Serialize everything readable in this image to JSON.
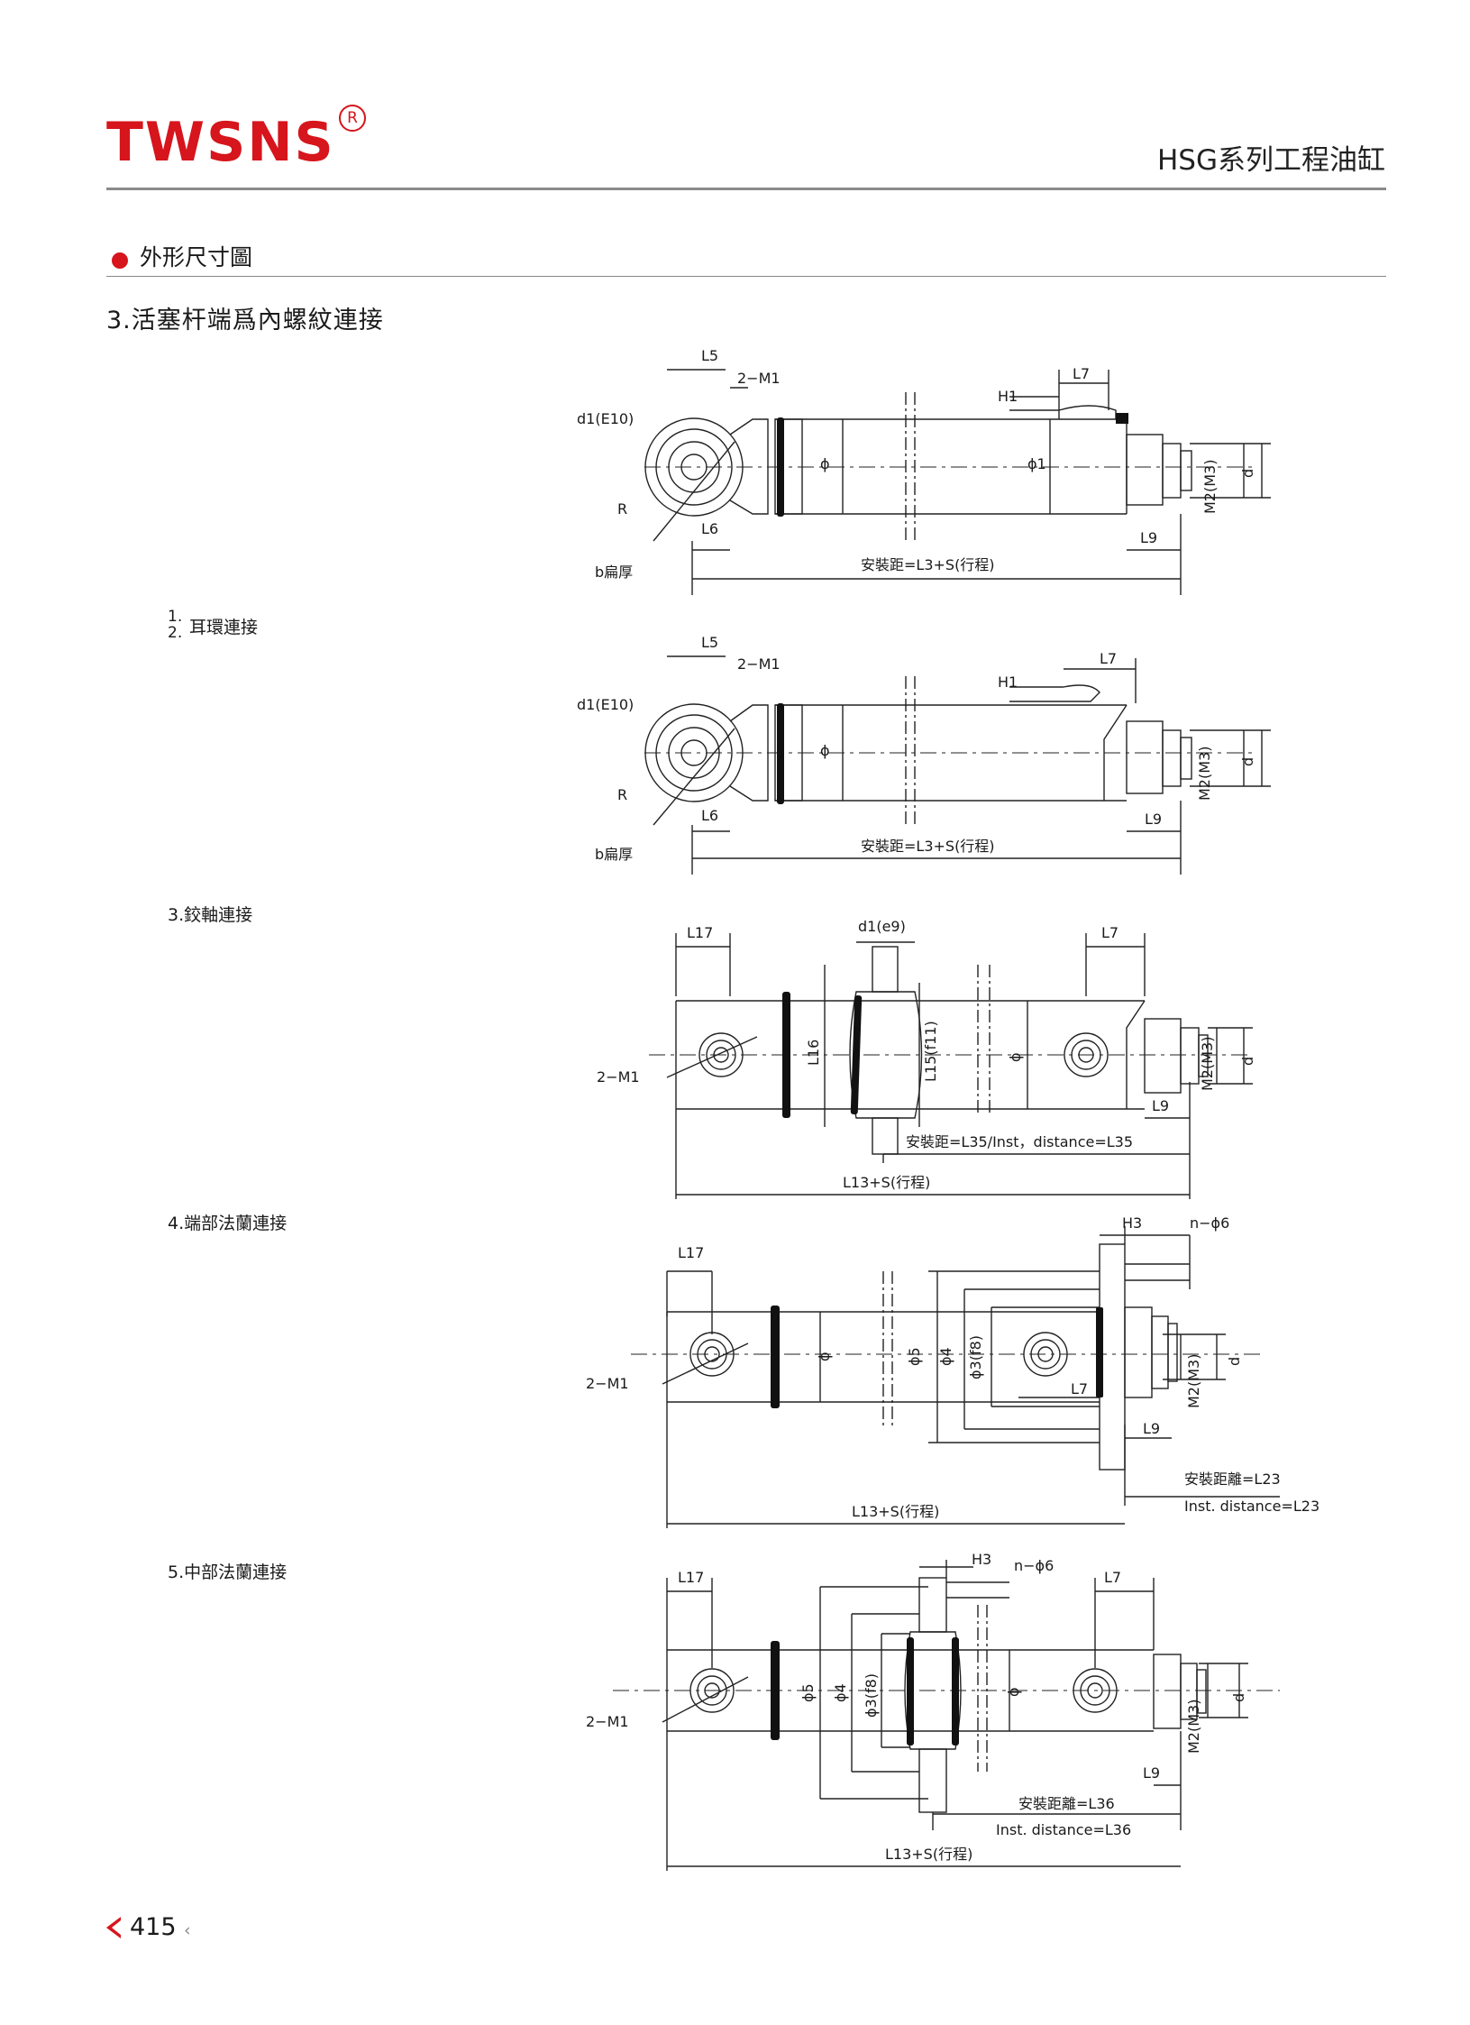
{
  "header": {
    "logo": "TWSNS",
    "registered": "R",
    "series_title": "HSG系列工程油缸"
  },
  "section": {
    "title": "外形尺寸圖",
    "subtitle": "3.活塞杆端爲內螺紋連接"
  },
  "connections": [
    {
      "label": "1.\n2.",
      "name": "耳環連接"
    },
    {
      "label": "3.鉸軸連接"
    },
    {
      "label": "4.端部法蘭連接"
    },
    {
      "label": "5.中部法蘭連接"
    }
  ],
  "drawings": {
    "d1": {
      "L5": "L5",
      "M1": "2−M1",
      "d1": "d1(E10)",
      "R": "R",
      "b": "b扁厚",
      "L6": "L6",
      "phi": "ϕ",
      "phi1": "ϕ1",
      "H1": "H1",
      "L7": "L7",
      "L9": "L9",
      "M2": "M2(M3)",
      "d": "d",
      "inst": "安裝距=L3+S(行程)"
    },
    "d2": {
      "L5": "L5",
      "M1": "2−M1",
      "d1": "d1(E10)",
      "R": "R",
      "b": "b扁厚",
      "L6": "L6",
      "phi": "ϕ",
      "H1": "H1",
      "L7": "L7",
      "L9": "L9",
      "M2": "M2(M3)",
      "d": "d",
      "inst": "安裝距=L3+S(行程)"
    },
    "d3": {
      "L17": "L17",
      "d1e9": "d1(e9)",
      "L7": "L7",
      "M1": "2−M1",
      "L16": "L16",
      "L15": "L15(f11)",
      "phi": "ϕ",
      "M2": "M2(M3)",
      "d": "d",
      "L9": "L9",
      "inst": "安裝距=L35/Inst，distance=L35",
      "total": "L13+S(行程)"
    },
    "d4": {
      "H3": "H3",
      "nphi6": "n−ϕ6",
      "L17": "L17",
      "M1": "2−M1",
      "phi": "ϕ",
      "phi5": "ϕ5",
      "phi4": "ϕ4",
      "phi3": "ϕ3(f8)",
      "L7": "L7",
      "M2": "M2(M3)",
      "d": "d",
      "L9": "L9",
      "inst1": "安裝距離=L23",
      "inst2": "Inst. distance=L23",
      "total": "L13+S(行程)"
    },
    "d5": {
      "L17": "L17",
      "H3": "H3",
      "nphi6": "n−ϕ6",
      "L7": "L7",
      "M1": "2−M1",
      "phi5": "ϕ5",
      "phi4": "ϕ4",
      "phi3": "ϕ3(f8)",
      "phi": "ϕ",
      "M2": "M2(M3)",
      "d": "d",
      "L9": "L9",
      "inst1": "安裝距離=L36",
      "inst2": "Inst. distance=L36",
      "total": "L13+S(行程)"
    }
  },
  "footer": {
    "page": "415"
  },
  "colors": {
    "brand_red": "#d6151c",
    "rule_gray": "#8a8a8a"
  }
}
